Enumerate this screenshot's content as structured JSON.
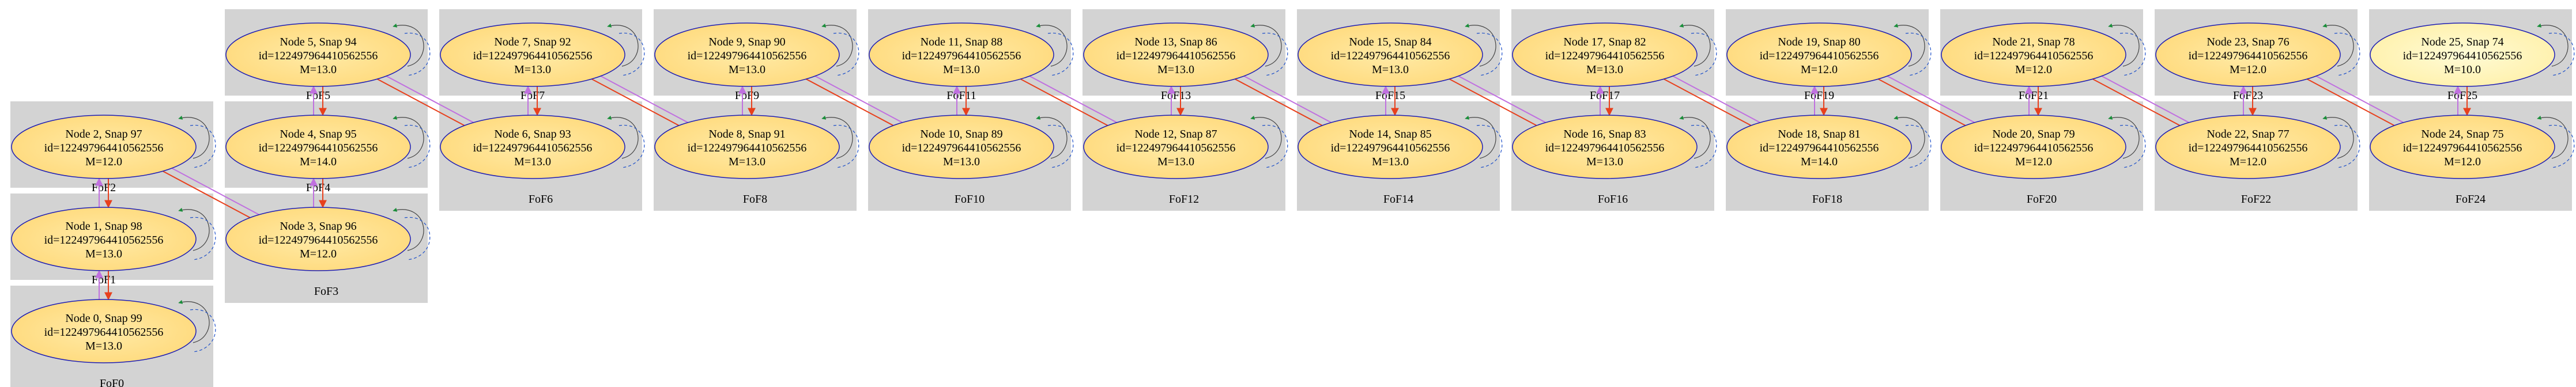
{
  "diagram": {
    "clusters": [
      {
        "label": "FoF0",
        "nodes": [
          {
            "title": "Node 0, Snap 99",
            "id": "id=122497964410562556",
            "mass": "M=13.0"
          }
        ]
      },
      {
        "label": "FoF1",
        "nodes": [
          {
            "title": "Node 1, Snap 98",
            "id": "id=122497964410562556",
            "mass": "M=13.0"
          }
        ]
      },
      {
        "label": "FoF2",
        "nodes": [
          {
            "title": "Node 2, Snap 97",
            "id": "id=122497964410562556",
            "mass": "M=12.0"
          }
        ]
      },
      {
        "label": "FoF3",
        "nodes": [
          {
            "title": "Node 3, Snap 96",
            "id": "id=122497964410562556",
            "mass": "M=12.0"
          }
        ]
      },
      {
        "label": "FoF4",
        "nodes": [
          {
            "title": "Node 4, Snap 95",
            "id": "id=122497964410562556",
            "mass": "M=14.0"
          }
        ]
      },
      {
        "label": "FoF5",
        "nodes": [
          {
            "title": "Node 5, Snap 94",
            "id": "id=122497964410562556",
            "mass": "M=13.0"
          }
        ]
      },
      {
        "label": "FoF6",
        "nodes": [
          {
            "title": "Node 6, Snap 93",
            "id": "id=122497964410562556",
            "mass": "M=13.0"
          }
        ]
      },
      {
        "label": "FoF7",
        "nodes": [
          {
            "title": "Node 7, Snap 92",
            "id": "id=122497964410562556",
            "mass": "M=13.0"
          }
        ]
      },
      {
        "label": "FoF8",
        "nodes": [
          {
            "title": "Node 8, Snap 91",
            "id": "id=122497964410562556",
            "mass": "M=13.0"
          }
        ]
      },
      {
        "label": "FoF9",
        "nodes": [
          {
            "title": "Node 9, Snap 90",
            "id": "id=122497964410562556",
            "mass": "M=13.0"
          }
        ]
      },
      {
        "label": "FoF10",
        "nodes": [
          {
            "title": "Node 10, Snap 89",
            "id": "id=122497964410562556",
            "mass": "M=13.0"
          }
        ]
      },
      {
        "label": "FoF11",
        "nodes": [
          {
            "title": "Node 11, Snap 88",
            "id": "id=122497964410562556",
            "mass": "M=13.0"
          }
        ]
      },
      {
        "label": "FoF12",
        "nodes": [
          {
            "title": "Node 12, Snap 87",
            "id": "id=122497964410562556",
            "mass": "M=13.0"
          }
        ]
      },
      {
        "label": "FoF13",
        "nodes": [
          {
            "title": "Node 13, Snap 86",
            "id": "id=122497964410562556",
            "mass": "M=13.0"
          }
        ]
      },
      {
        "label": "FoF14",
        "nodes": [
          {
            "title": "Node 14, Snap 85",
            "id": "id=122497964410562556",
            "mass": "M=13.0"
          }
        ]
      },
      {
        "label": "FoF15",
        "nodes": [
          {
            "title": "Node 15, Snap 84",
            "id": "id=122497964410562556",
            "mass": "M=13.0"
          }
        ]
      },
      {
        "label": "FoF16",
        "nodes": [
          {
            "title": "Node 16, Snap 83",
            "id": "id=122497964410562556",
            "mass": "M=13.0"
          }
        ]
      },
      {
        "label": "FoF17",
        "nodes": [
          {
            "title": "Node 17, Snap 82",
            "id": "id=122497964410562556",
            "mass": "M=13.0"
          }
        ]
      },
      {
        "label": "FoF18",
        "nodes": [
          {
            "title": "Node 18, Snap 81",
            "id": "id=122497964410562556",
            "mass": "M=14.0"
          }
        ]
      },
      {
        "label": "FoF19",
        "nodes": [
          {
            "title": "Node 19, Snap 80",
            "id": "id=122497964410562556",
            "mass": "M=12.0"
          }
        ]
      },
      {
        "label": "FoF20",
        "nodes": [
          {
            "title": "Node 20, Snap 79",
            "id": "id=122497964410562556",
            "mass": "M=12.0"
          }
        ]
      },
      {
        "label": "FoF21",
        "nodes": [
          {
            "title": "Node 21, Snap 78",
            "id": "id=122497964410562556",
            "mass": "M=12.0"
          }
        ]
      },
      {
        "label": "FoF22",
        "nodes": [
          {
            "title": "Node 22, Snap 77",
            "id": "id=122497964410562556",
            "mass": "M=12.0"
          }
        ]
      },
      {
        "label": "FoF23",
        "nodes": [
          {
            "title": "Node 23, Snap 76",
            "id": "id=122497964410562556",
            "mass": "M=12.0"
          }
        ]
      },
      {
        "label": "FoF24",
        "nodes": [
          {
            "title": "Node 24, Snap 75",
            "id": "id=122497964410562556",
            "mass": "M=12.0"
          }
        ]
      },
      {
        "label": "FoF25",
        "nodes": [
          {
            "title": "Node 25, Snap 74",
            "id": "id=122497964410562556",
            "mass": "M=10.0"
          }
        ]
      }
    ],
    "colors": {
      "cluster_fill": "#d3d3d3",
      "node_fill": "#ffe08a",
      "node_fill_light": "#fff3b0",
      "node_stroke": "#1e1eb4",
      "edge_progenitor": "#e8401c",
      "edge_descendant": "#c070e0",
      "edge_self_green": "#1a8f3a",
      "edge_self_blue": "#1e50c8"
    }
  }
}
